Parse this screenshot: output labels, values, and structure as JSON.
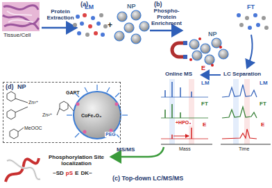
{
  "diagram": {
    "nodes": [
      {
        "text": [
          "(d)",
          "NP",
          "GAPT",
          "Zn²⁺",
          "Zn²⁺",
          "MeOOC",
          "PEG",
          "CoFe₂O₄"
        ]
      }
    ],
    "labels": [
      "Tissue/Cell",
      "(a)",
      "Protein Extraction",
      "LM",
      "+",
      "NP",
      "(b)",
      "Phospho-Protein Enrichment",
      "FT",
      "NP",
      "E",
      "Online MS",
      "LC Separation",
      "LM",
      "FT",
      "E",
      "LM",
      "FT",
      "E",
      "+HPO₃",
      "Mass",
      "Time",
      "MS/MS",
      "Phosphorylation Site localization",
      "~SD",
      "pS",
      "E",
      "DK~",
      "(c) Top-down LC/MS/MS"
    ]
  }
}
